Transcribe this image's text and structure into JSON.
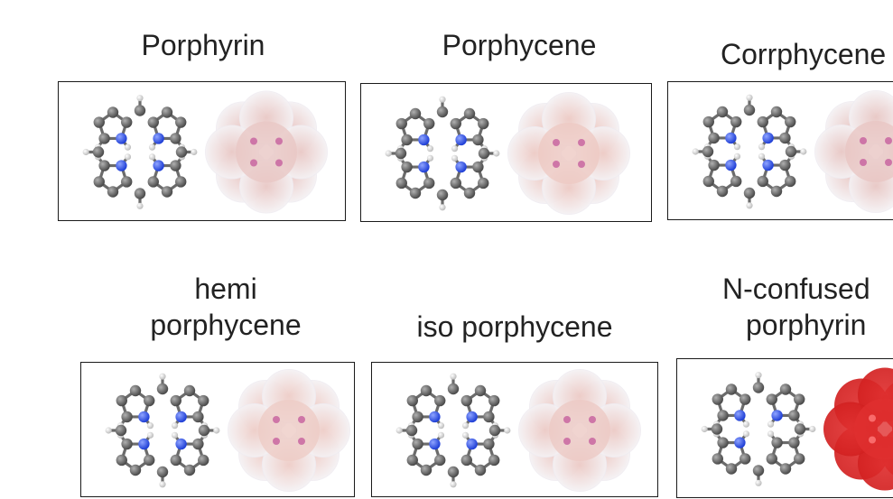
{
  "title": "",
  "molecules": [
    {
      "name": "Porphyrin",
      "surface_color": "#e9c7c4"
    },
    {
      "name": "Porphycene",
      "surface_color": "#edc9c3"
    },
    {
      "name": "Corrphycene",
      "surface_color": "#e8c6c3"
    },
    {
      "name_line1": "hemi",
      "name_line2": "porphycene",
      "surface_color": "#eeccc6"
    },
    {
      "name": "iso porphycene",
      "surface_color": "#ecc9c4"
    },
    {
      "name_line1": "N-confused",
      "name_line2": "porphyrin",
      "surface_color": "#e03030"
    }
  ],
  "atom_colors": {
    "carbon": "#4a4a4a",
    "nitrogen": "#1f3fd6",
    "hydrogen": "#e6e6e6"
  }
}
